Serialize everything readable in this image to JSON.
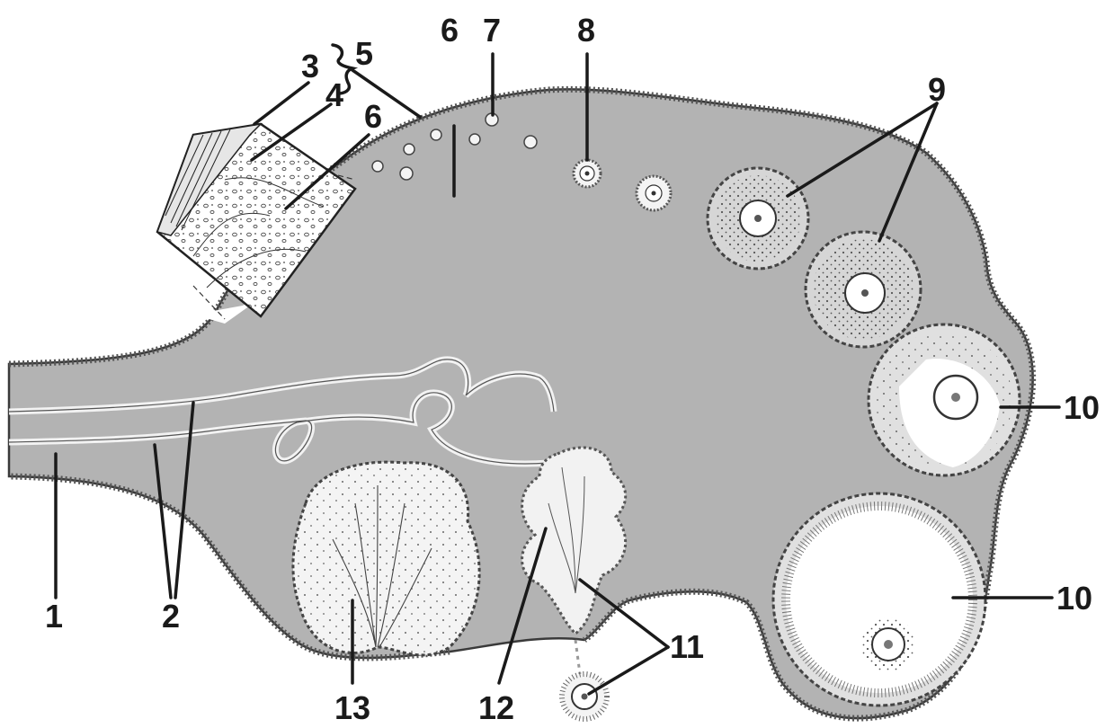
{
  "diagram": {
    "labels": {
      "l1": "1",
      "l2": "2",
      "l3": "3",
      "l4": "4",
      "l5": "5",
      "l6a": "6",
      "l6b": "6",
      "l7": "7",
      "l8": "8",
      "l9": "9",
      "l10a": "10",
      "l10b": "10",
      "l11": "11",
      "l12": "12",
      "l13": "13"
    },
    "colors": {
      "stroma": "#b3b3b3",
      "epithelium": "#6f6f6f",
      "outline": "#3a3a3a",
      "follicle_fill": "#f4f4f4",
      "ink": "#1a1a1a"
    }
  }
}
